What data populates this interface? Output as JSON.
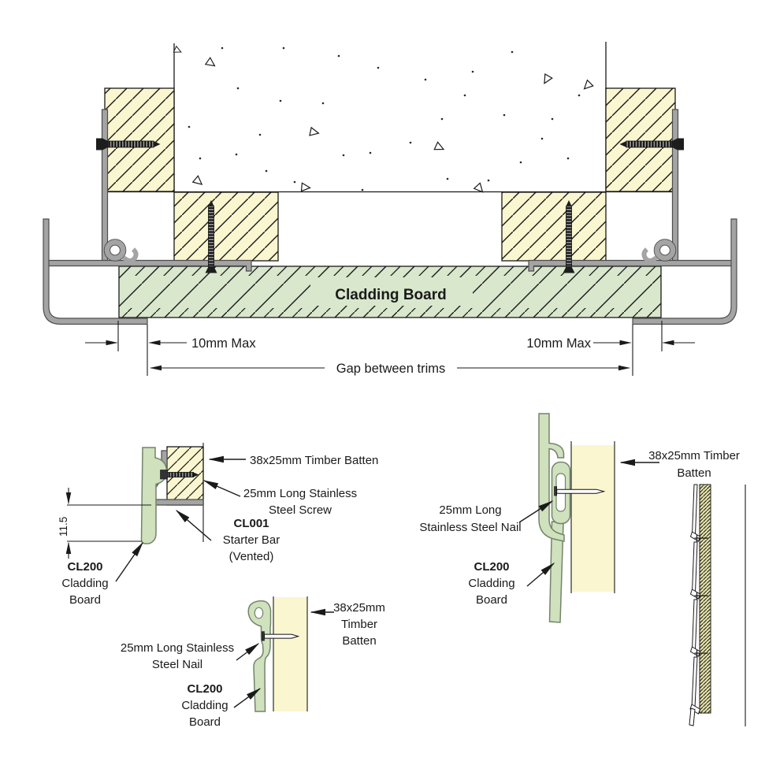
{
  "main": {
    "board_label": "Cladding Board",
    "dim_left": "10mm Max",
    "dim_right": "10mm Max",
    "dim_gap": "Gap between trims"
  },
  "details": {
    "left": {
      "batten": [
        "38x25mm Timber Batten"
      ],
      "screw": [
        "25mm Long Stainless",
        "Steel Screw"
      ],
      "starter": [
        "CL001",
        "Starter Bar",
        "(Vented)"
      ],
      "board": [
        "CL200",
        "Cladding",
        "Board"
      ],
      "dim": "11.5"
    },
    "middle": {
      "nail": [
        "25mm Long Stainless",
        "Steel Nail"
      ],
      "board": [
        "CL200",
        "Cladding",
        "Board"
      ],
      "batten": [
        "38x25mm",
        "Timber",
        "Batten"
      ]
    },
    "right": {
      "batten": [
        "38x25mm Timber",
        "Batten"
      ],
      "nail": [
        "25mm Long",
        "Stainless Steel Nail"
      ],
      "board": [
        "CL200",
        "Cladding",
        "Board"
      ]
    }
  },
  "colors": {
    "batten_fill": "#FAF6D0",
    "board_fill": "#D9E7CC",
    "profile_fill": "#CFE1BD",
    "trim_fill": "#A4A4A4",
    "side_batten_fill": "#EBE8AC",
    "line": "#1A1A1A"
  }
}
